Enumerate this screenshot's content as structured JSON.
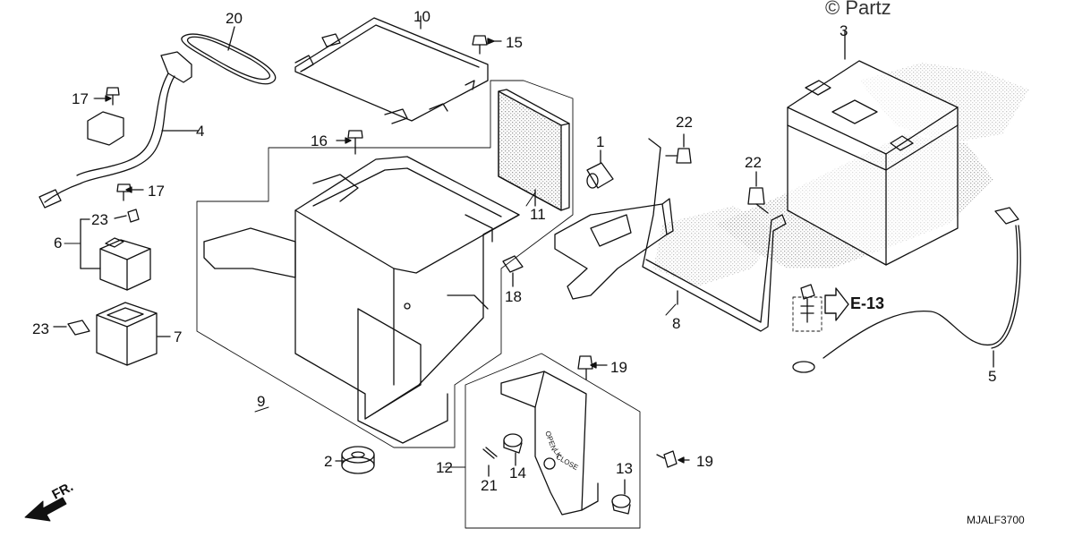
{
  "copyright": "© Partz",
  "diagram_code": "MJALF3700",
  "front_label": "FR.",
  "reference_label": "E-13",
  "cover_label_open": "OPEN",
  "cover_label_lock": "LK",
  "cover_label_close": "CLOSE",
  "callouts": {
    "p1": "1",
    "p2": "2",
    "p3": "3",
    "p4": "4",
    "p5": "5",
    "p6": "6",
    "p7": "7",
    "p8": "8",
    "p9": "9",
    "p10": "10",
    "p11": "11",
    "p12": "12",
    "p13": "13",
    "p14": "14",
    "p15": "15",
    "p16": "16",
    "p17a": "17",
    "p17b": "17",
    "p18": "18",
    "p19a": "19",
    "p19b": "19",
    "p20": "20",
    "p21": "21",
    "p22a": "22",
    "p22b": "22",
    "p23a": "23",
    "p23b": "23"
  },
  "colors": {
    "line": "#111111",
    "stipple": "#bdbdbd"
  }
}
